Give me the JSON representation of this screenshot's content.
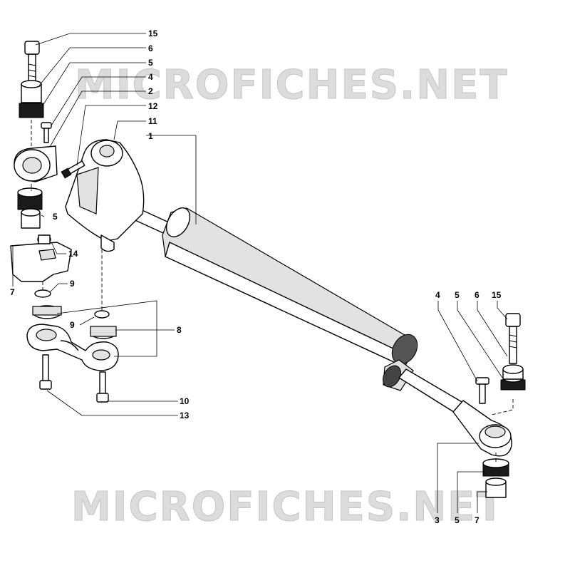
{
  "watermark": {
    "top": "MICROFICHES.NET",
    "bottom": "MICROFICHES.NET"
  },
  "callouts": {
    "left_15": "15",
    "left_6": "6",
    "left_5a": "5",
    "left_4": "4",
    "left_2": "2",
    "left_12": "12",
    "left_11": "11",
    "left_1": "1",
    "left_5b": "5",
    "left_14": "14",
    "left_7": "7",
    "left_9a": "9",
    "left_9b": "9",
    "left_8": "8",
    "left_10": "10",
    "left_13": "13",
    "right_4": "4",
    "right_5": "5",
    "right_6": "6",
    "right_15": "15",
    "bottom_3": "3",
    "bottom_5": "5",
    "bottom_7": "7"
  }
}
